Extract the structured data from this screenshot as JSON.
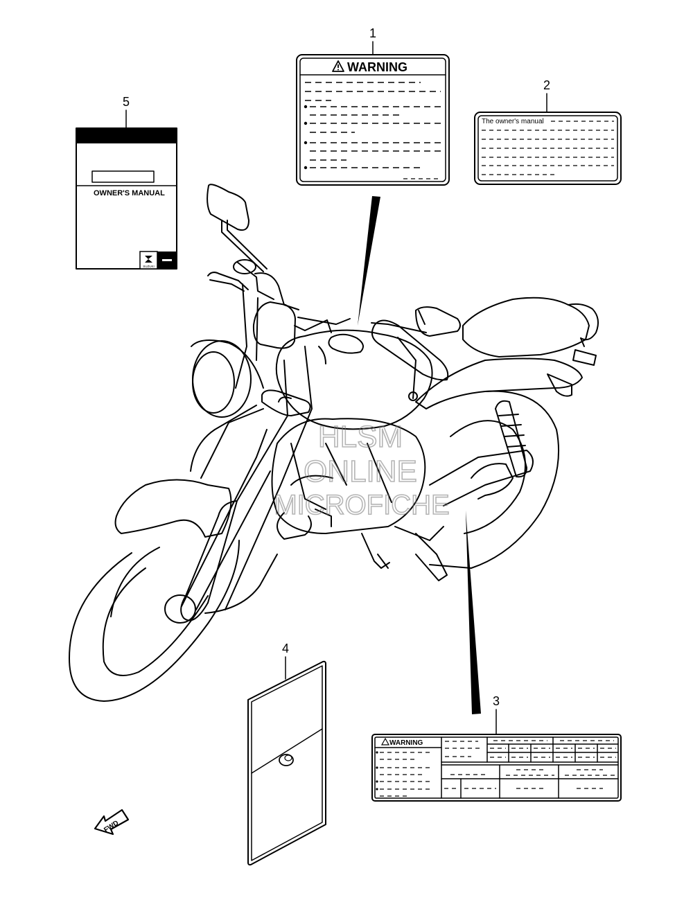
{
  "callouts": {
    "c1": "1",
    "c2": "2",
    "c3": "3",
    "c4": "4",
    "c5": "5"
  },
  "label1": {
    "title": "WARNING"
  },
  "label2": {
    "header": "The owner's manual"
  },
  "manual": {
    "title": "OWNER'S MANUAL",
    "brand": "SUZUKI"
  },
  "label3": {
    "title": "WARNING"
  },
  "watermark": {
    "line1": "HLSM",
    "line2": "ONLINE",
    "line3": "MICROFICHE"
  },
  "fwd": {
    "text": "FWD"
  },
  "icons": {
    "warning": "warning-triangle-icon",
    "suzuki_logo": "suzuki-s-logo",
    "forward_arrow": "forward-arrow-icon"
  }
}
